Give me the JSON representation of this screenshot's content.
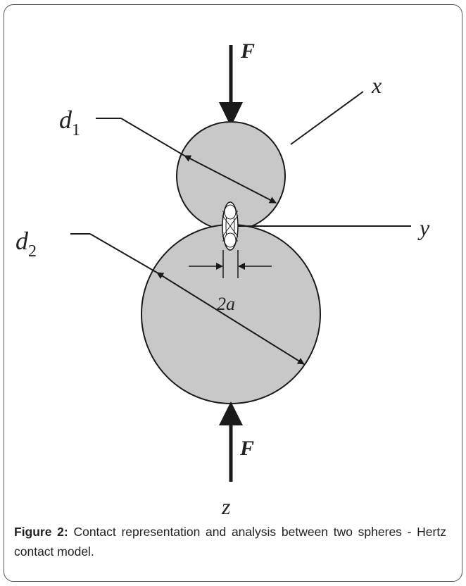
{
  "labels": {
    "force_top": "F",
    "force_bottom": "F",
    "diameter_1": "d",
    "diameter_1_sub": "1",
    "diameter_2": "d",
    "diameter_2_sub": "2",
    "axis_x": "x",
    "axis_y": "y",
    "axis_z": "z",
    "contact_width": "2a"
  },
  "caption": {
    "label": "Figure 2:",
    "text": "Contact representation and analysis between two spheres - Hertz contact model."
  },
  "colors": {
    "sphere_fill": "#c8c8c8",
    "stroke": "#1a1a1a",
    "frame_border": "#555555"
  }
}
